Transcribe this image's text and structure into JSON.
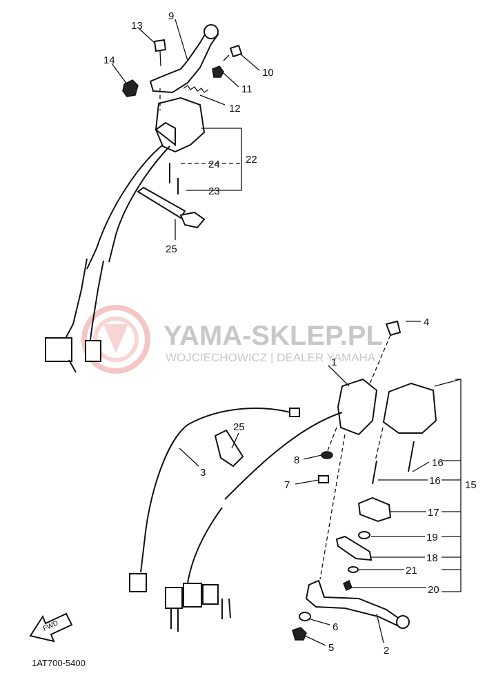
{
  "watermark": {
    "title": "YAMA-SKLEP.PL",
    "subtitle": "WOJCIECHOWICZ | DEALER YAMAHA",
    "color": "#f2b3b3"
  },
  "diagram_code": "1AT700-5400",
  "fwd_label": "FWD",
  "callouts": [
    "1",
    "2",
    "3",
    "4",
    "5",
    "6",
    "7",
    "8",
    "9",
    "10",
    "11",
    "12",
    "13",
    "14",
    "15",
    "16",
    "16",
    "17",
    "18",
    "19",
    "20",
    "21",
    "22",
    "23",
    "24",
    "25",
    "25"
  ]
}
